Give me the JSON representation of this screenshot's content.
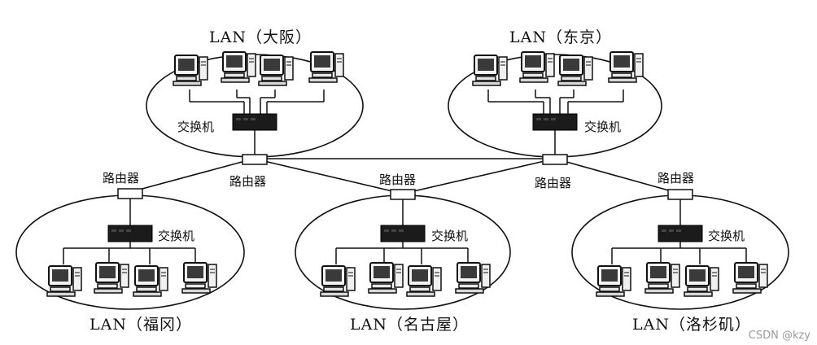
{
  "lans": [
    {
      "id": "osaka",
      "title": "LAN（大阪）",
      "switch_label": "交换机"
    },
    {
      "id": "tokyo",
      "title": "LAN（东京）",
      "switch_label": "交换机"
    },
    {
      "id": "fukuoka",
      "title": "LAN（福冈）",
      "switch_label": "交换机"
    },
    {
      "id": "nagoya",
      "title": "LAN（名古屋）",
      "switch_label": "交换机"
    },
    {
      "id": "la",
      "title": "LAN（洛杉矶）",
      "switch_label": "交换机"
    }
  ],
  "routers": {
    "label": "路由器"
  },
  "watermark": "CSDN @kzy"
}
